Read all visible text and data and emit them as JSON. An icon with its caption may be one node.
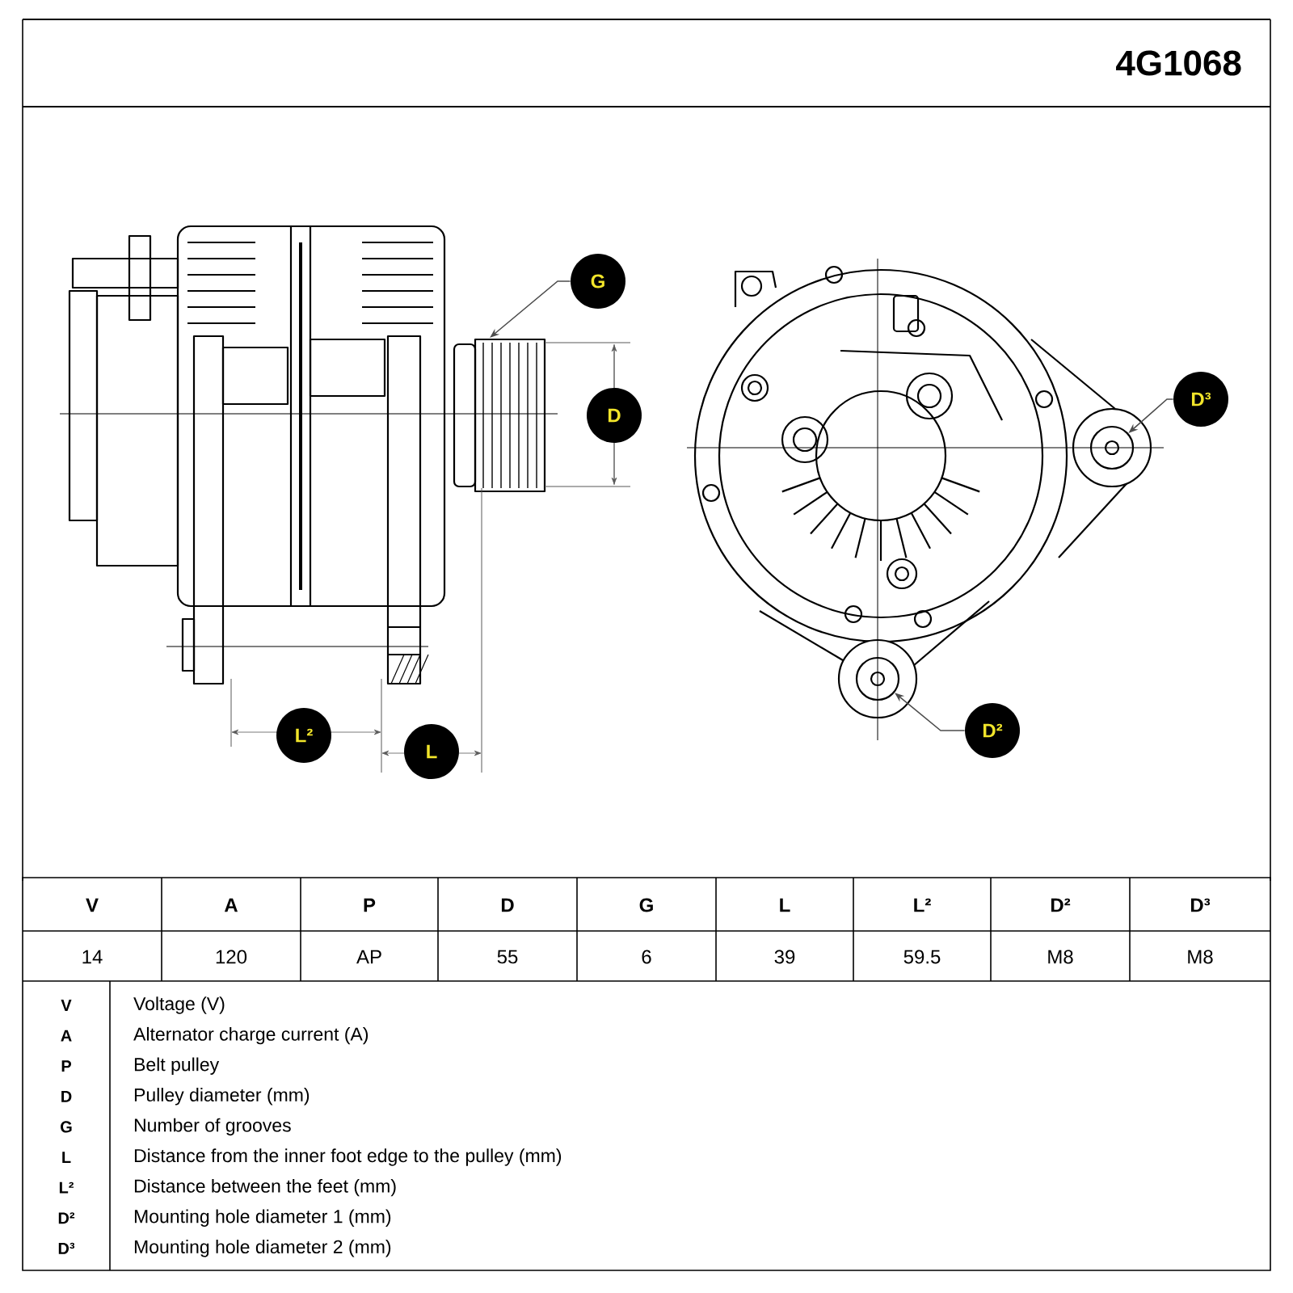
{
  "diagram": {
    "nodes": [
      {
        "text": [
          "G"
        ]
      },
      {
        "text": [
          "D"
        ]
      },
      {
        "text": [
          "D³"
        ]
      },
      {
        "text": [
          "D²"
        ]
      },
      {
        "text": [
          "L²"
        ]
      },
      {
        "text": [
          "L"
        ]
      },
      {
        "text": [],
        "shape": "circle"
      },
      {
        "text": [],
        "shape": "circle"
      }
    ],
    "edges": [
      {
        "from": 0,
        "to": null,
        "arrow": "to"
      },
      {
        "from": 2,
        "to": 7,
        "arrow": "to"
      },
      {
        "from": 3,
        "to": 6,
        "arrow": "to"
      }
    ],
    "labels": [
      "4G1068",
      "V",
      "A",
      "P",
      "D",
      "G",
      "L",
      "L²",
      "D²",
      "D³",
      "14",
      "120",
      "AP",
      "55",
      "6",
      "39",
      "59.5",
      "M8",
      "M8",
      "V",
      "Voltage (V)",
      "A",
      "Alternator charge current (A)",
      "P",
      "Belt pulley",
      "D",
      "Pulley diameter (mm)",
      "G",
      "Number of grooves",
      "L",
      "Distance from the inner foot edge to the pulley (mm)",
      "L²",
      "Distance between the feet (mm)",
      "D²",
      "Mounting hole diameter 1 (mm)",
      "D³",
      "Mounting hole diameter 2 (mm)"
    ]
  }
}
